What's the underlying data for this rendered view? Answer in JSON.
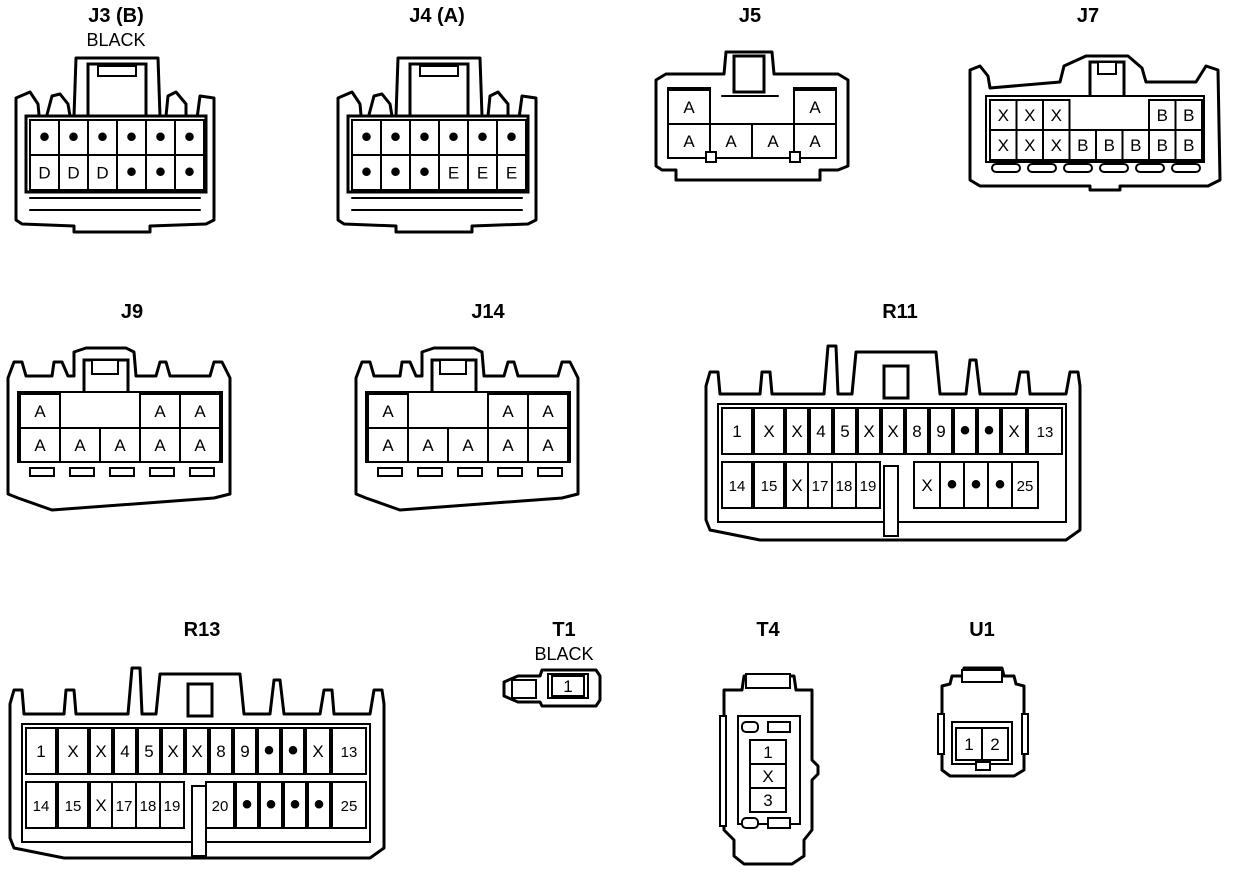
{
  "connectors": [
    {
      "id": "J3",
      "title": "J3 (B)",
      "subtitle": "BLACK",
      "rows": [
        [
          "•",
          "•",
          "•",
          "•",
          "•",
          "•"
        ],
        [
          "D",
          "D",
          "D",
          "•",
          "•",
          "•"
        ]
      ]
    },
    {
      "id": "J4",
      "title": "J4 (A)",
      "rows": [
        [
          "•",
          "•",
          "•",
          "•",
          "•",
          "•"
        ],
        [
          "•",
          "•",
          "•",
          "E",
          "E",
          "E"
        ]
      ]
    },
    {
      "id": "J5",
      "title": "J5",
      "rows": [
        [
          "A",
          "",
          "",
          "A"
        ],
        [
          "A",
          "A",
          "A",
          "A"
        ]
      ]
    },
    {
      "id": "J7",
      "title": "J7",
      "rows": [
        [
          "X",
          "X",
          "X",
          "",
          "",
          "",
          "B",
          "B"
        ],
        [
          "X",
          "X",
          "X",
          "B",
          "B",
          "B",
          "B",
          "B"
        ]
      ]
    },
    {
      "id": "J9",
      "title": "J9",
      "rows": [
        [
          "A",
          "",
          "",
          "A",
          "A"
        ],
        [
          "A",
          "A",
          "A",
          "A",
          "A"
        ]
      ]
    },
    {
      "id": "J14",
      "title": "J14",
      "rows": [
        [
          "A",
          "",
          "",
          "A",
          "A"
        ],
        [
          "A",
          "A",
          "A",
          "A",
          "A"
        ]
      ]
    },
    {
      "id": "R11",
      "title": "R11",
      "rows": [
        [
          "1",
          "X",
          "X",
          "4",
          "5",
          "X",
          "X",
          "8",
          "9",
          "•",
          "•",
          "X",
          "13"
        ],
        [
          "14",
          "15",
          "X",
          "17",
          "18",
          "19",
          "",
          "X",
          "•",
          "•",
          "•",
          "25"
        ]
      ]
    },
    {
      "id": "R13",
      "title": "R13",
      "rows": [
        [
          "1",
          "X",
          "X",
          "4",
          "5",
          "X",
          "X",
          "8",
          "9",
          "•",
          "•",
          "X",
          "13"
        ],
        [
          "14",
          "15",
          "X",
          "17",
          "18",
          "19",
          "20",
          "•",
          "•",
          "•",
          "•",
          "25"
        ]
      ]
    },
    {
      "id": "T1",
      "title": "T1",
      "subtitle": "BLACK",
      "rows": [
        [
          "1"
        ]
      ]
    },
    {
      "id": "T4",
      "title": "T4",
      "rows": [
        [
          "1"
        ],
        [
          "X"
        ],
        [
          "3"
        ]
      ]
    },
    {
      "id": "U1",
      "title": "U1",
      "rows": [
        [
          "1",
          "2"
        ]
      ]
    }
  ]
}
